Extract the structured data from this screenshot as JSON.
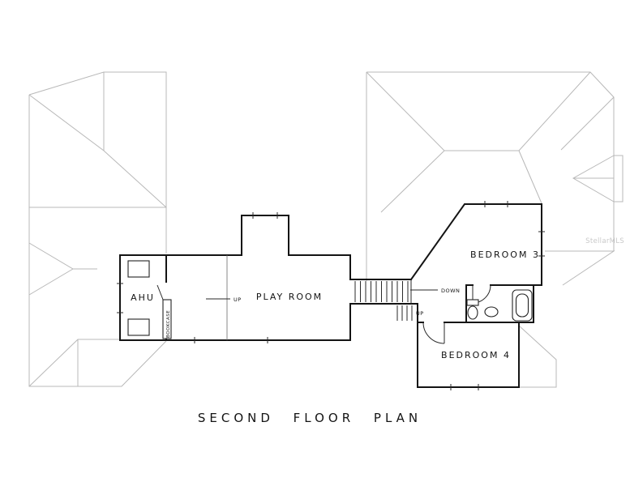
{
  "plan": {
    "title": "SECOND FLOOR PLAN",
    "watermark": "StellarMLS",
    "rooms": {
      "ahu": "AHU",
      "play_room": "PLAY ROOM",
      "bedroom_3": "BEDROOM 3",
      "bedroom_4": "BEDROOM 4"
    },
    "annotations": {
      "up_play_room": "UP",
      "up_hall": "UP",
      "down_stairs": "DOWN",
      "bookcase": "BOOKCASE"
    }
  }
}
